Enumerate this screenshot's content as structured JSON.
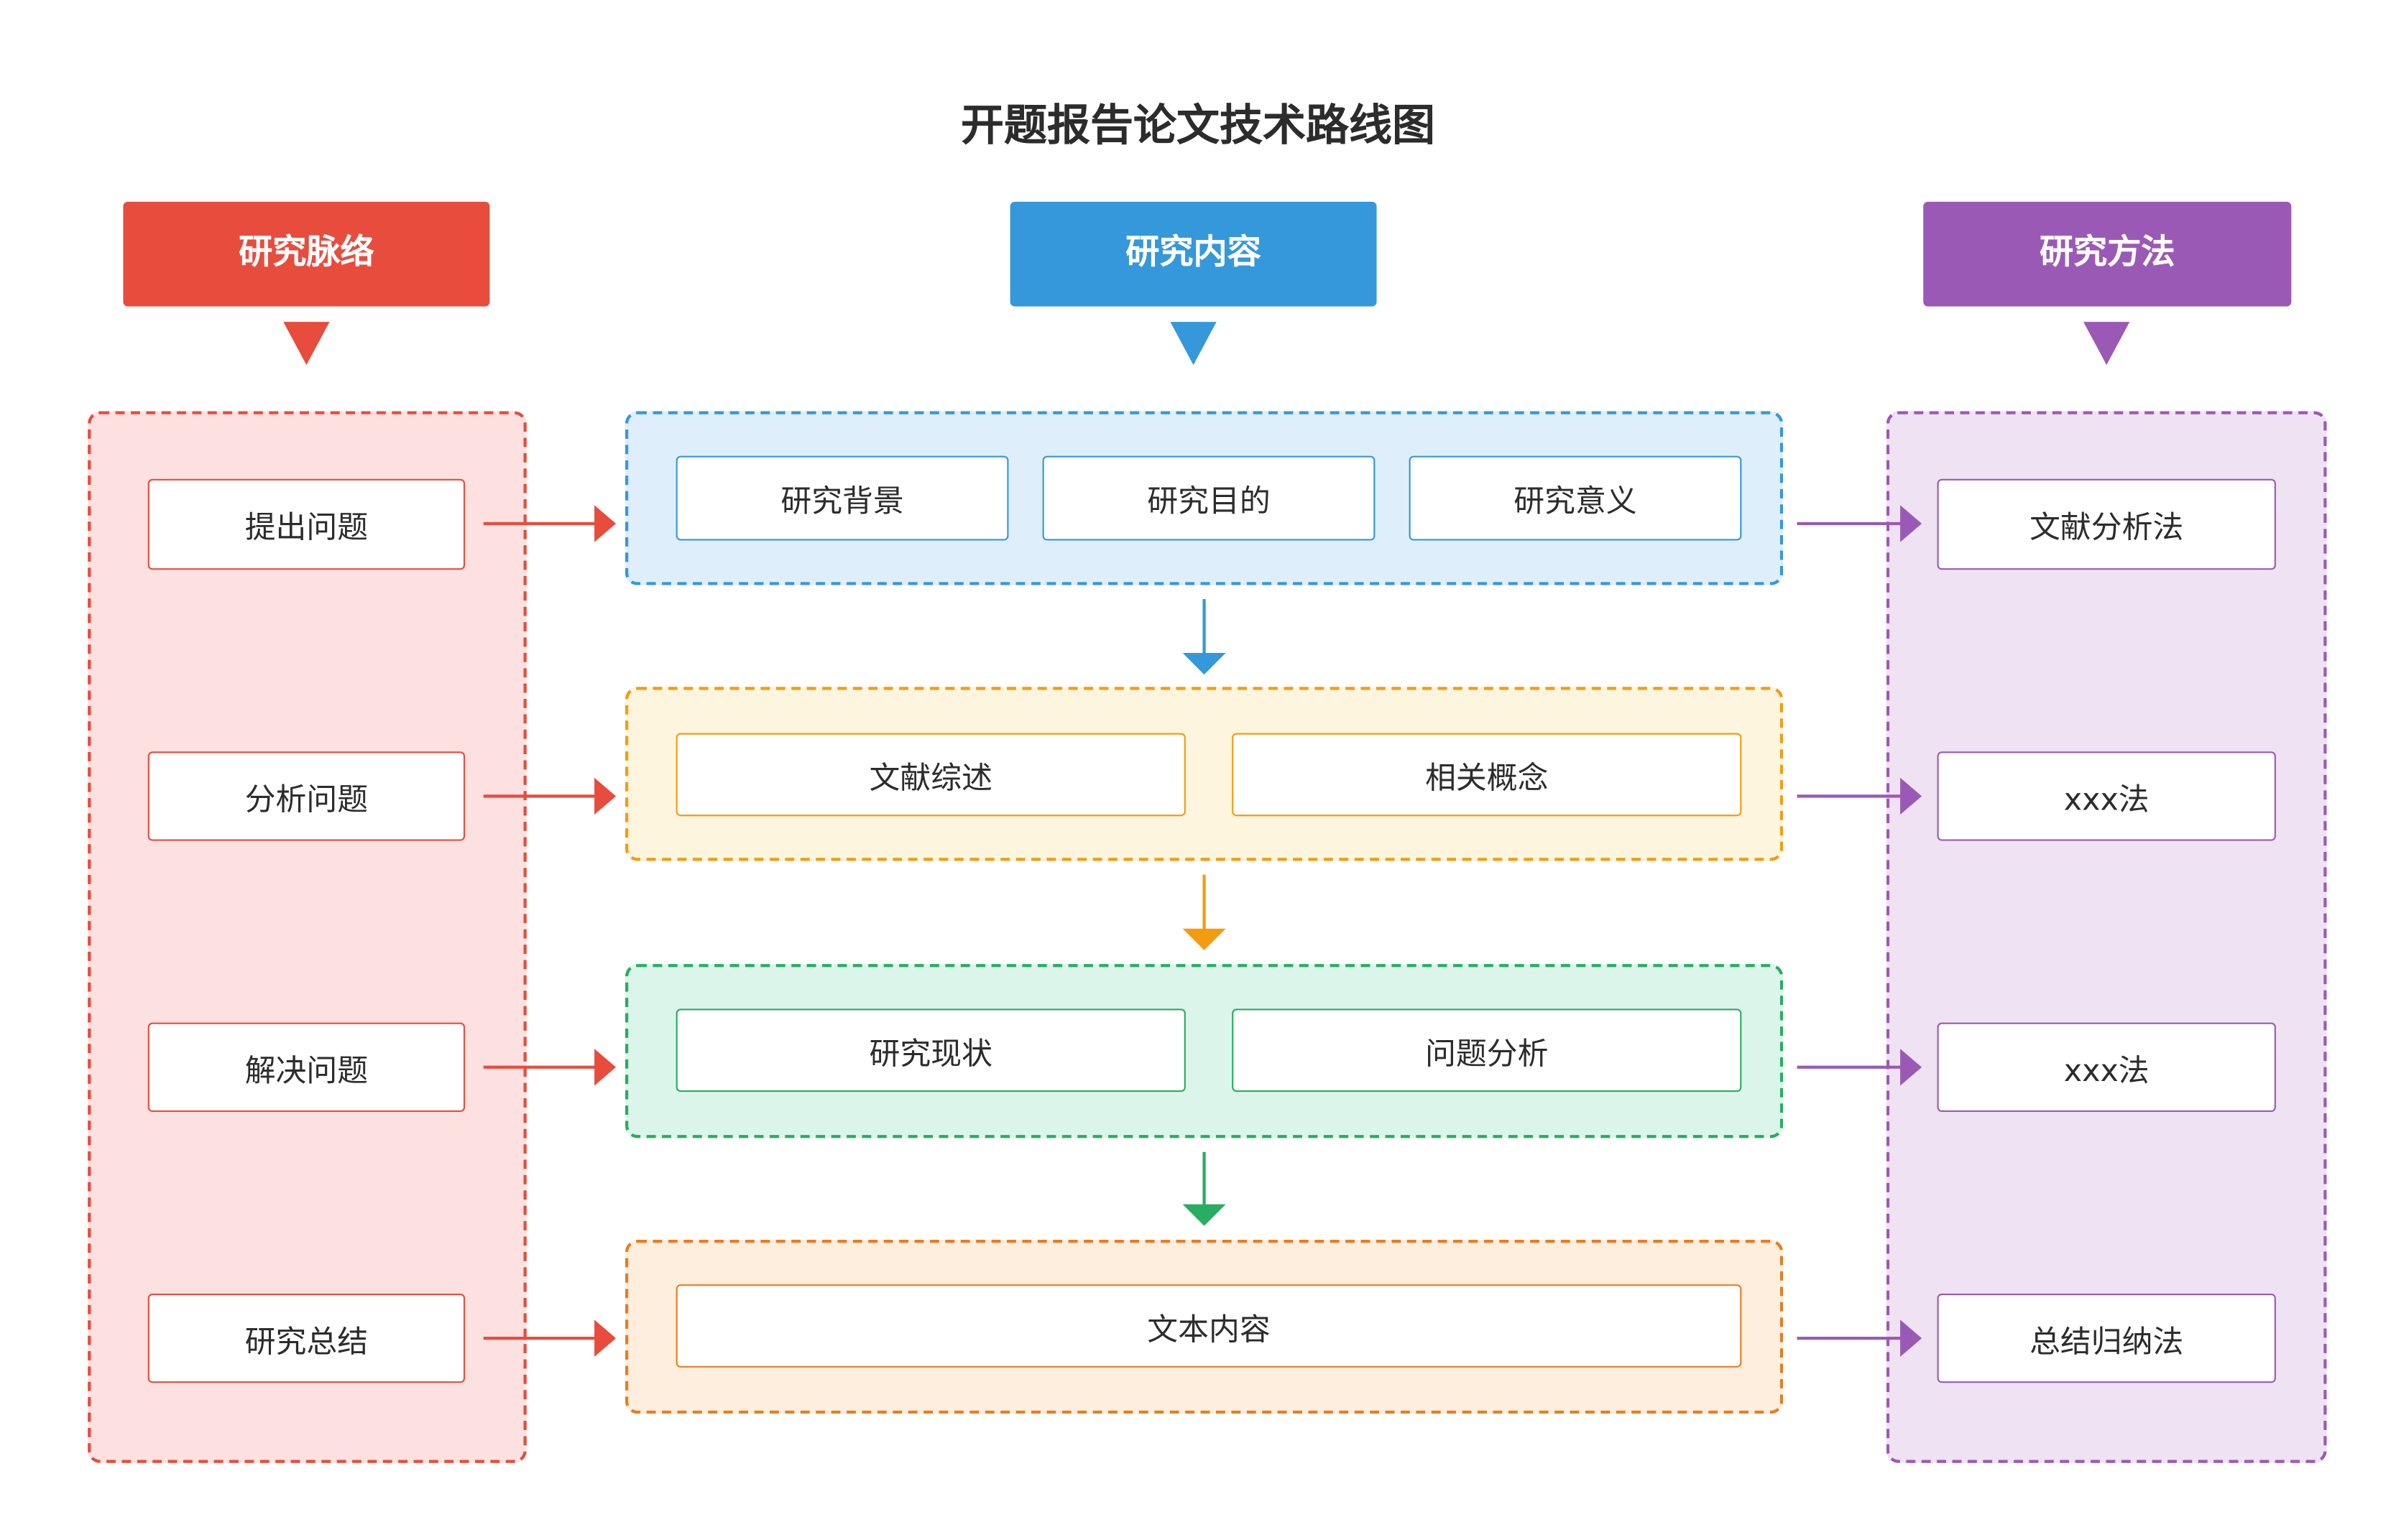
{
  "title": "开题报告论文技术路线图",
  "colors": {
    "red": "#e84c3d",
    "blue": "#3498db",
    "purple": "#9b59b6",
    "orange": "#f39c12",
    "green": "#27ae60",
    "dark_orange": "#e67e22",
    "red_bg": "#fde1e1",
    "blue_bg": "#deeefa",
    "purple_bg": "#efe2f2",
    "orange_bg": "#fdf5dd",
    "green_bg": "#dcf5ea",
    "dark_orange_bg": "#fdeedd"
  },
  "columns": {
    "left": {
      "header": "研究脉络",
      "items": [
        "提出问题",
        "分析问题",
        "解决问题",
        "研究总结"
      ]
    },
    "center": {
      "header": "研究内容",
      "rows": [
        [
          "研究背景",
          "研究目的",
          "研究意义"
        ],
        [
          "文献综述",
          "相关概念"
        ],
        [
          "研究现状",
          "问题分析"
        ],
        [
          "文本内容"
        ]
      ]
    },
    "right": {
      "header": "研究方法",
      "items": [
        "文献分析法",
        "xxx法",
        "xxx法",
        "总结归纳法"
      ]
    }
  }
}
